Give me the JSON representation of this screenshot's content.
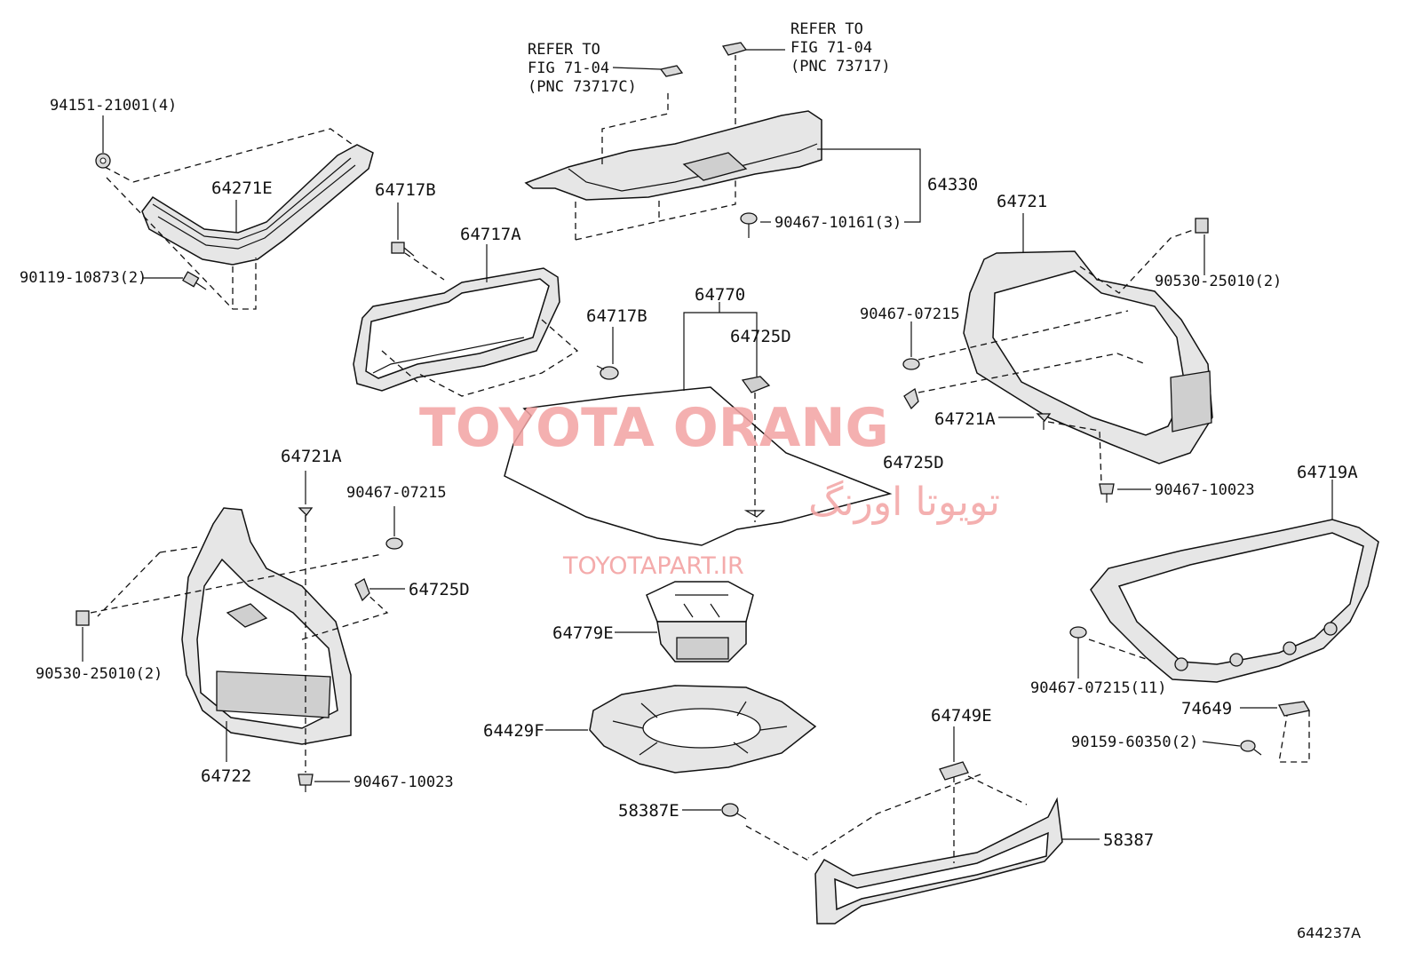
{
  "labels": {
    "p94151": "94151-21001(4)",
    "p64271E": "64271E",
    "p90119": "90119-10873(2)",
    "p64717B_a": "64717B",
    "p64717A": "64717A",
    "p64717B_b": "64717B",
    "refer1_l1": "REFER TO",
    "refer1_l2": "FIG 71-04",
    "refer1_l3": "(PNC 73717C)",
    "refer2_l1": "REFER TO",
    "refer2_l2": "FIG 71-04",
    "refer2_l3": "(PNC 73717)",
    "p64330": "64330",
    "p90467_10161": "90467-10161(3)",
    "p64770": "64770",
    "p64725D_a": "64725D",
    "p64721": "64721",
    "p90530_r": "90530-25010(2)",
    "p90467_07215_r": "90467-07215",
    "p64721A_r": "64721A",
    "p64725D_r": "64725D",
    "p90467_10023_r": "90467-10023",
    "p64719A": "64719A",
    "p64721A_l": "64721A",
    "p90467_07215_l": "90467-07215",
    "p64725D_l": "64725D",
    "p90530_l": "90530-25010(2)",
    "p64722": "64722",
    "p90467_10023_l": "90467-10023",
    "p64779E": "64779E",
    "p64429F": "64429F",
    "p90467_07215_11": "90467-07215(11)",
    "p74649": "74649",
    "p90159": "90159-60350(2)",
    "p64749E": "64749E",
    "p58387E": "58387E",
    "p58387": "58387",
    "diagram_code": "644237A"
  },
  "watermark": {
    "brand": "TOYOTA ORANG",
    "persian": "تویوتا اورنگ",
    "site": "TOYOTAPART.IR",
    "color": "#f3a3a3"
  }
}
